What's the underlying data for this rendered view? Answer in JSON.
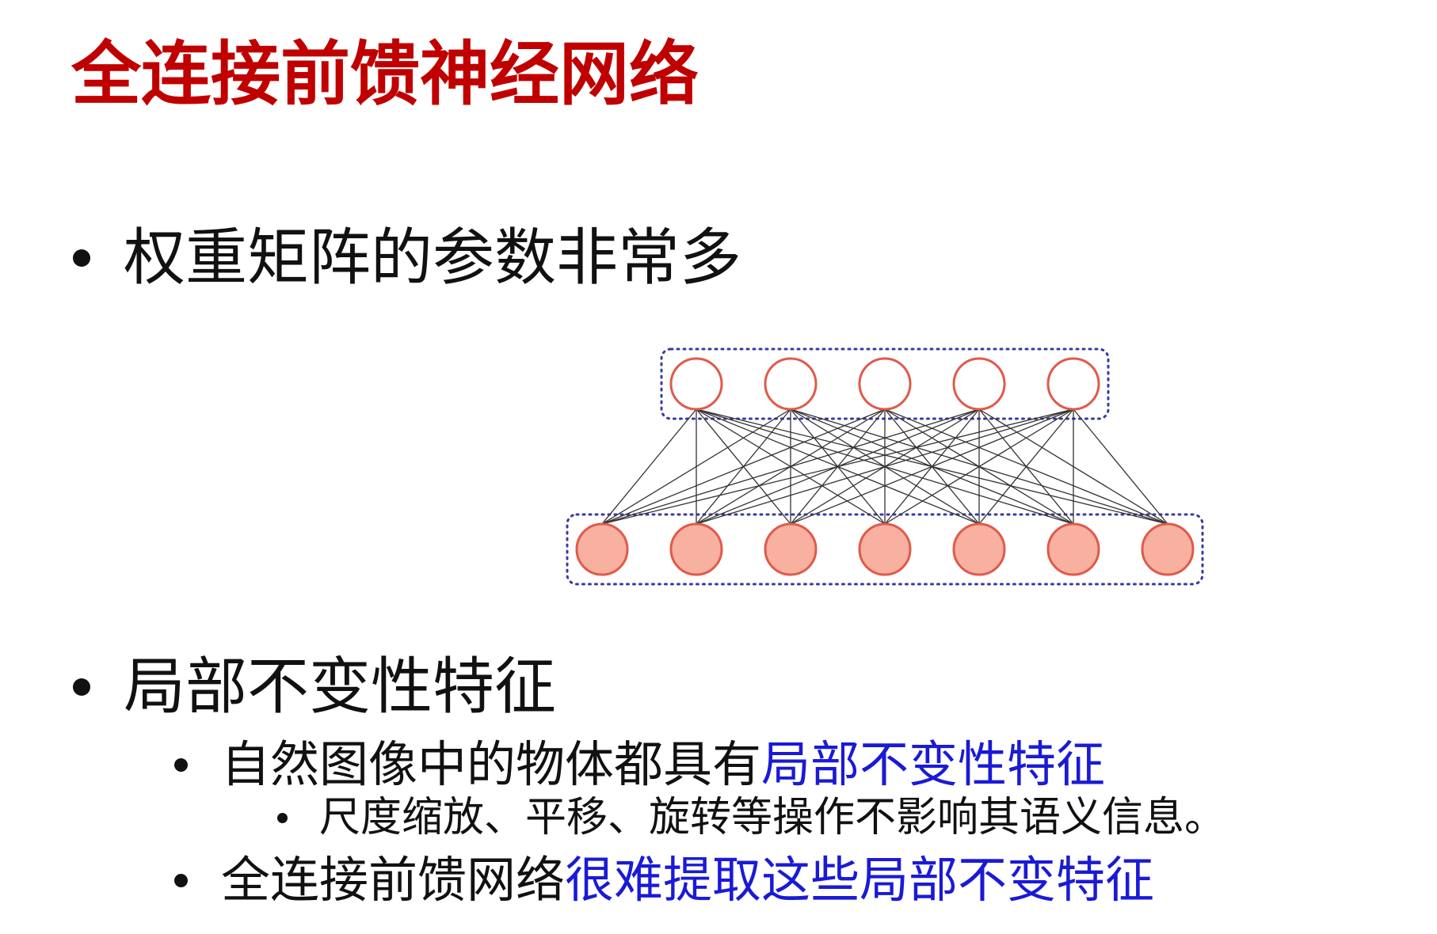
{
  "slide": {
    "title": "全连接前馈神经网络",
    "bullet1": "权重矩阵的参数非常多",
    "bullet2": "局部不变性特征",
    "sub1_plain": "自然图像中的物体都具有",
    "sub1_highlight": "局部不变性特征",
    "sub1_detail": "尺度缩放、平移、旋转等操作不影响其语义信息。",
    "sub2_plain": "全连接前馈网络",
    "sub2_highlight": "很难提取这些局部不变特征"
  },
  "network": {
    "top_layer_units": 5,
    "bottom_layer_units": 7,
    "fully_connected": true
  },
  "colors": {
    "title": "#c00000",
    "highlight": "#1a1ad6",
    "text": "#111111",
    "node_stroke": "#e05a4a",
    "node_fill_bottom": "#f8b0a0",
    "node_fill_top": "#ffffff",
    "edge": "#333333",
    "layer_box": "#3a3aa0"
  }
}
